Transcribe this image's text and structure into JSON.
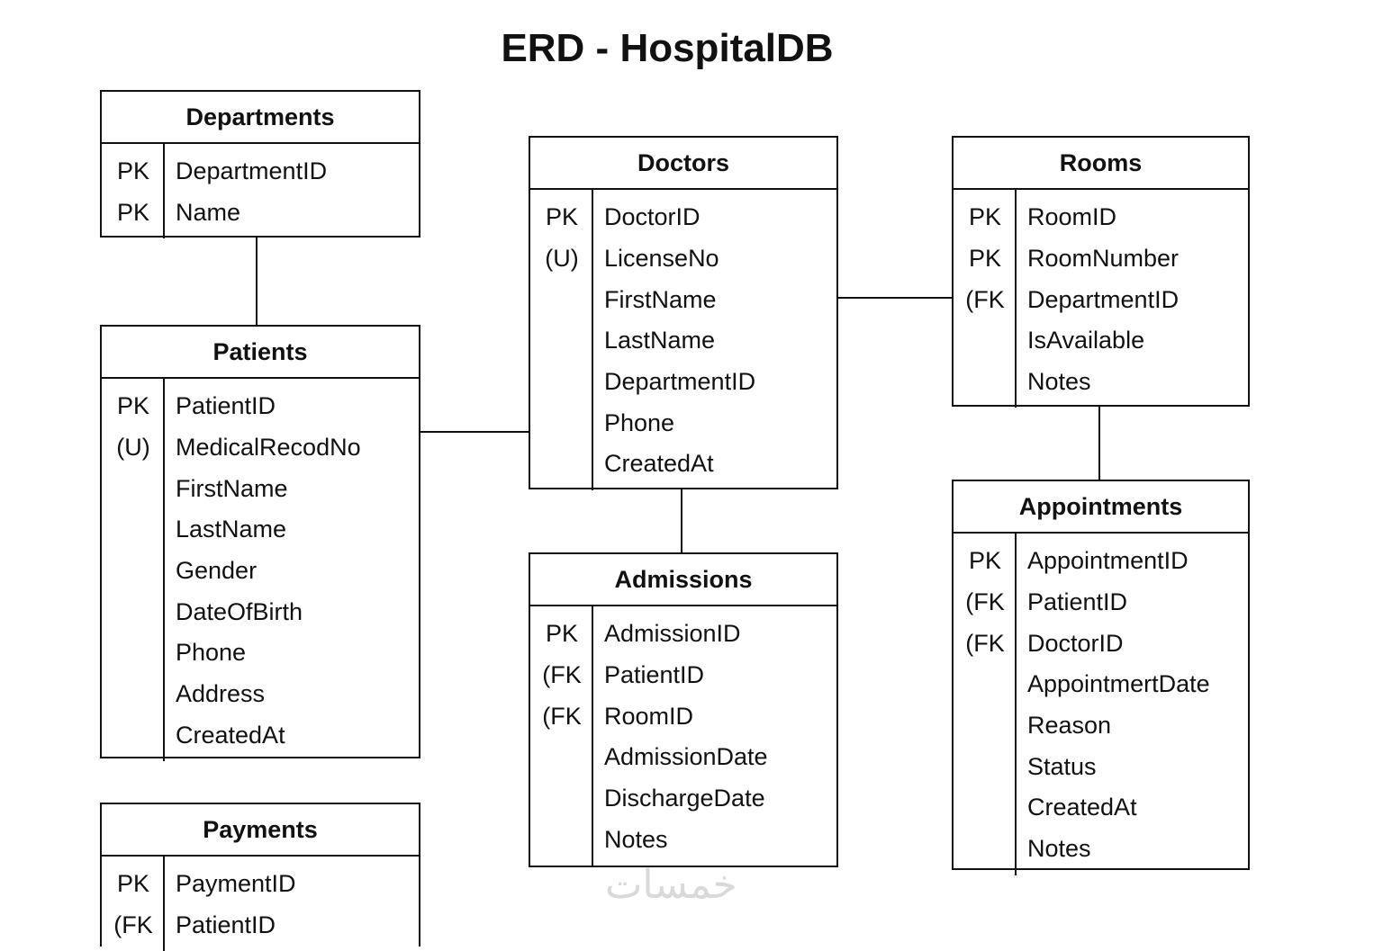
{
  "title": "ERD - HospitalDB",
  "watermark": "خمسات",
  "entities": {
    "departments": {
      "name": "Departments",
      "attributes": [
        {
          "key": "PK",
          "name": "DepartmentID"
        },
        {
          "key": "PK",
          "name": "Name"
        }
      ]
    },
    "patients": {
      "name": "Patients",
      "attributes": [
        {
          "key": "PK",
          "name": "PatientID"
        },
        {
          "key": "(U)",
          "name": "MedicalRecodNo"
        },
        {
          "key": "",
          "name": "FirstName"
        },
        {
          "key": "",
          "name": "LastName"
        },
        {
          "key": "",
          "name": "Gender"
        },
        {
          "key": "",
          "name": "DateOfBirth"
        },
        {
          "key": "",
          "name": "Phone"
        },
        {
          "key": "",
          "name": "Address"
        },
        {
          "key": "",
          "name": "CreatedAt"
        }
      ]
    },
    "payments": {
      "name": "Payments",
      "attributes": [
        {
          "key": "PK",
          "name": "PaymentID"
        },
        {
          "key": "(FK",
          "name": "PatientID"
        }
      ]
    },
    "doctors": {
      "name": "Doctors",
      "attributes": [
        {
          "key": "PK",
          "name": "DoctorID"
        },
        {
          "key": "(U)",
          "name": "LicenseNo"
        },
        {
          "key": "",
          "name": "FirstName"
        },
        {
          "key": "",
          "name": "LastName"
        },
        {
          "key": "",
          "name": "DepartmentID"
        },
        {
          "key": "",
          "name": "Phone"
        },
        {
          "key": "",
          "name": "CreatedAt"
        }
      ]
    },
    "admissions": {
      "name": "Admissions",
      "attributes": [
        {
          "key": "PK",
          "name": "AdmissionID"
        },
        {
          "key": "(FK",
          "name": "PatientID"
        },
        {
          "key": "(FK",
          "name": "RoomID"
        },
        {
          "key": "",
          "name": "AdmissionDate"
        },
        {
          "key": "",
          "name": "DischargeDate"
        },
        {
          "key": "",
          "name": "Notes"
        }
      ]
    },
    "rooms": {
      "name": "Rooms",
      "attributes": [
        {
          "key": "PK",
          "name": "RoomID"
        },
        {
          "key": "PK",
          "name": "RoomNumber"
        },
        {
          "key": "(FK",
          "name": "DepartmentID"
        },
        {
          "key": "",
          "name": "IsAvailable"
        },
        {
          "key": "",
          "name": "Notes"
        }
      ]
    },
    "appointments": {
      "name": "Appointments",
      "attributes": [
        {
          "key": "PK",
          "name": "AppointmentID"
        },
        {
          "key": "(FK",
          "name": "PatientID"
        },
        {
          "key": "(FK",
          "name": "DoctorID"
        },
        {
          "key": "",
          "name": "AppointmertDate"
        },
        {
          "key": "",
          "name": "Reason"
        },
        {
          "key": "",
          "name": "Status"
        },
        {
          "key": "",
          "name": "CreatedAt"
        },
        {
          "key": "",
          "name": "Notes"
        }
      ]
    }
  },
  "relationships": [
    {
      "from": "departments",
      "to": "patients"
    },
    {
      "from": "patients",
      "to": "doctors"
    },
    {
      "from": "doctors",
      "to": "rooms"
    },
    {
      "from": "doctors",
      "to": "admissions"
    },
    {
      "from": "rooms",
      "to": "appointments"
    }
  ]
}
